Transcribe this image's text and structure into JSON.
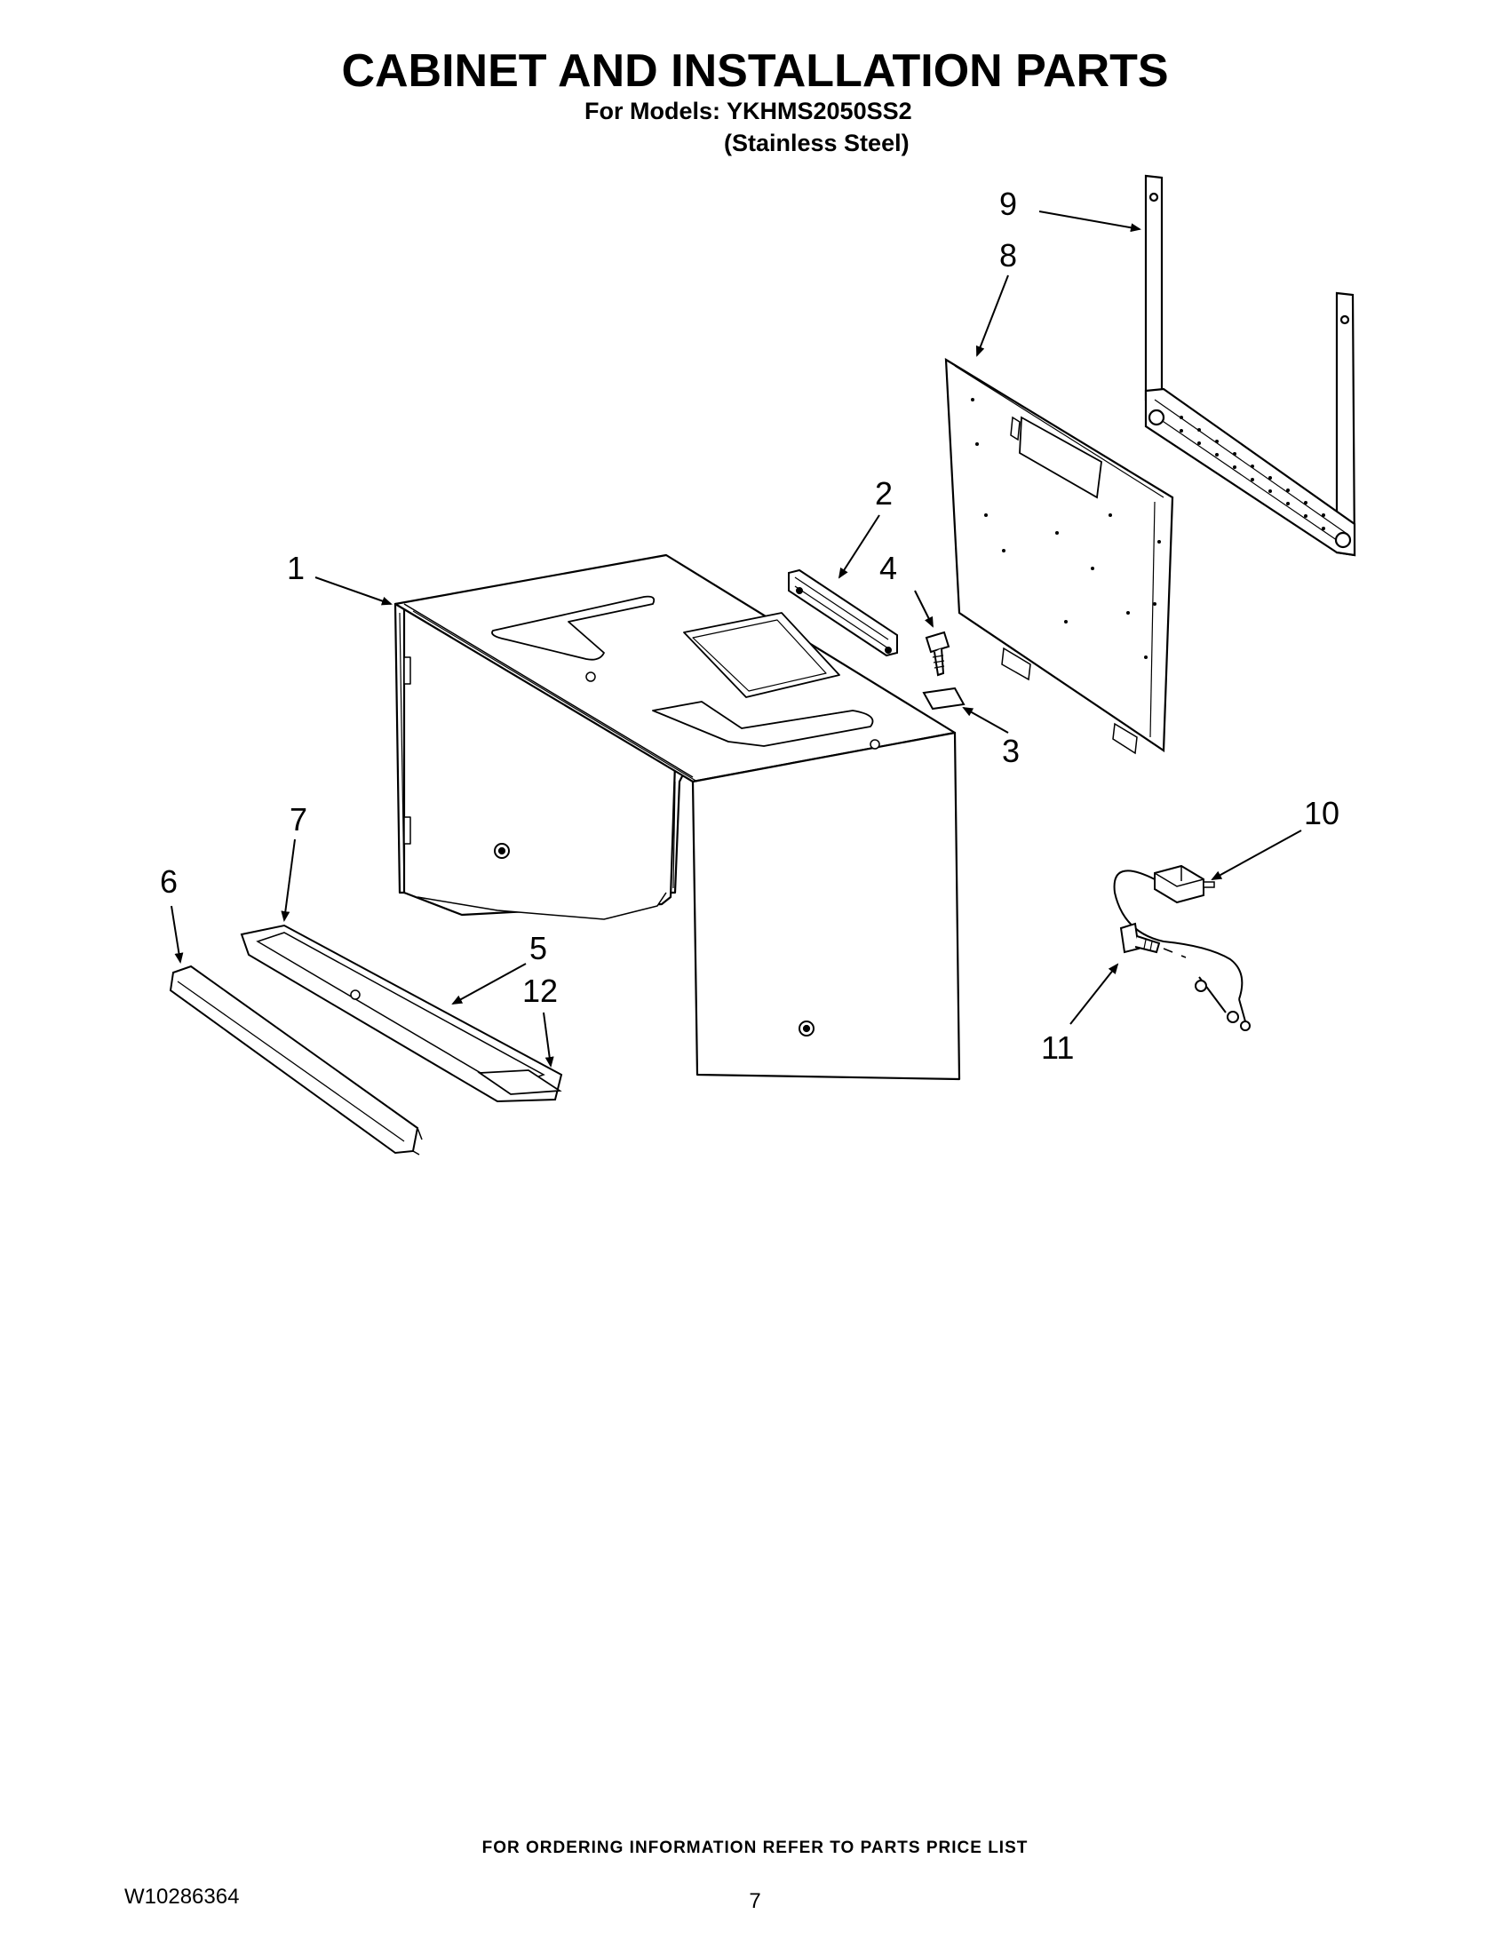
{
  "header": {
    "title": "CABINET AND INSTALLATION PARTS",
    "models_line": "For Models: YKHMS2050SS2",
    "finish_line": "(Stainless Steel)"
  },
  "callouts": {
    "c1": "1",
    "c2": "2",
    "c3": "3",
    "c4": "4",
    "c5": "5",
    "c6": "6",
    "c7": "7",
    "c8": "8",
    "c9": "9",
    "c10": "10",
    "c11": "11",
    "c12": "12"
  },
  "footer": {
    "ordering_note": "FOR ORDERING INFORMATION REFER TO PARTS PRICE LIST",
    "document_number": "W10286364",
    "page_number": "7"
  }
}
